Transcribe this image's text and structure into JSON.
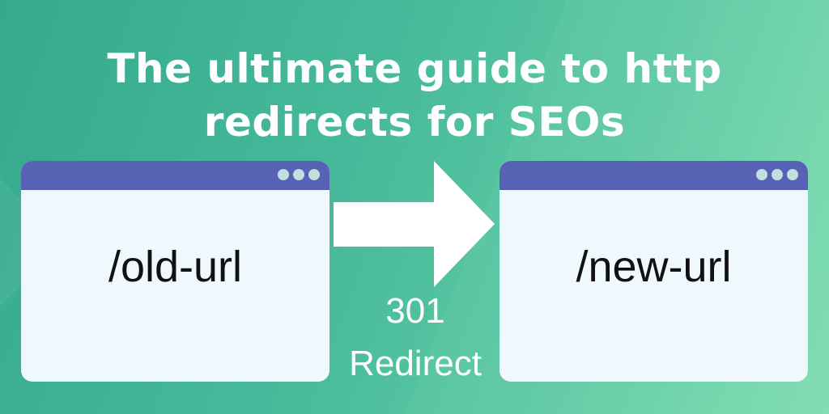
{
  "title_line1": "The ultimate guide to http",
  "title_line2": "redirects for SEOs",
  "old_window": {
    "url": "/old-url"
  },
  "new_window": {
    "url": "/new-url"
  },
  "redirect": {
    "code": "301",
    "label": "Redirect"
  },
  "colors": {
    "window_bar": "#5762b5",
    "window_body": "#eef8fd",
    "dots": "#bfe0dc",
    "arrow": "#ffffff"
  }
}
